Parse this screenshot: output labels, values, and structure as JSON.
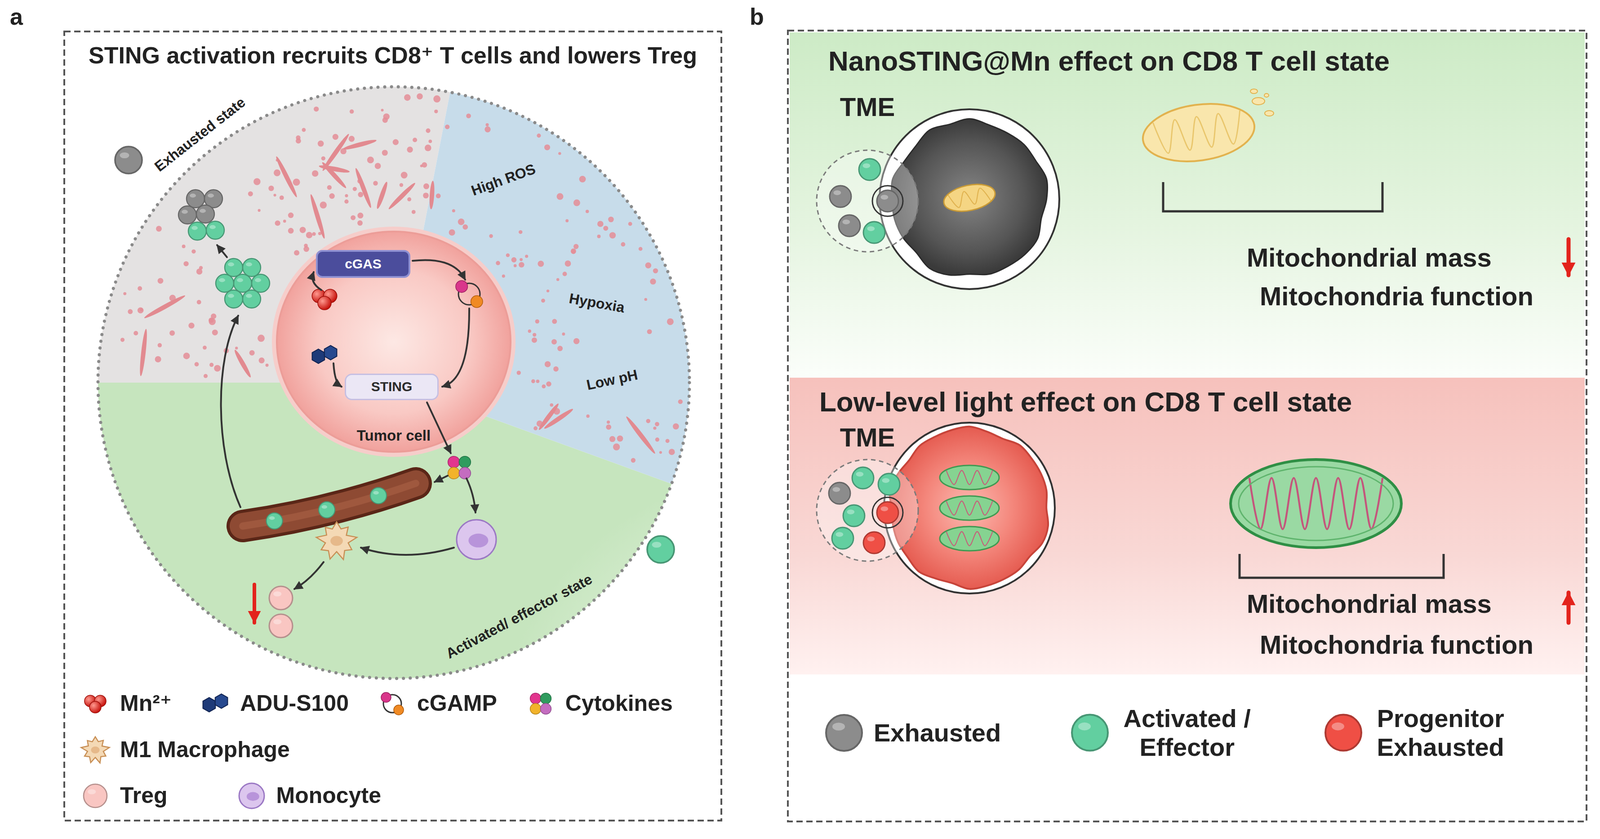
{
  "diagram": {
    "nodes": [
      {
        "text": [
          "STING activation recruits CD8⁺ T cells and lowers Treg"
        ]
      },
      {
        "text": [
          "Tumor cell"
        ],
        "in": 0
      },
      {
        "text": [
          "cGAS"
        ],
        "in": 1
      },
      {
        "text": [
          "STING"
        ],
        "in": 1
      },
      {
        "text": [
          "NanoSTING@Mn effect on CD8 T cell state",
          "Mitochondrial mass",
          "Mitochondria function"
        ]
      },
      {
        "text": [
          "TME"
        ],
        "in": 4
      },
      {
        "text": [
          "Low-level light effect on CD8 T cell state",
          "Mitochondrial mass",
          "Mitochondria function"
        ]
      },
      {
        "text": [
          "TME"
        ],
        "in": 6
      }
    ],
    "labels": [
      "a",
      "b",
      "Exhausted state",
      "High ROS",
      "Hypoxia",
      "Low pH",
      "Activated/ effector state"
    ],
    "legend": [
      {
        "text": "Mn²⁺"
      },
      {
        "text": "ADU-S100"
      },
      {
        "text": "cGAMP"
      },
      {
        "text": "Cytokines"
      },
      {
        "text": "M1 Macrophage"
      },
      {
        "text": "Treg",
        "color": "#f9c6c2"
      },
      {
        "text": "Monocyte"
      },
      {
        "text": "Exhausted",
        "color": "#8c8c8c"
      },
      {
        "text": "Activated / Effector",
        "color": "#62cfa0"
      },
      {
        "text": "Progenitor Exhausted",
        "color": "#ef4f45"
      }
    ]
  }
}
